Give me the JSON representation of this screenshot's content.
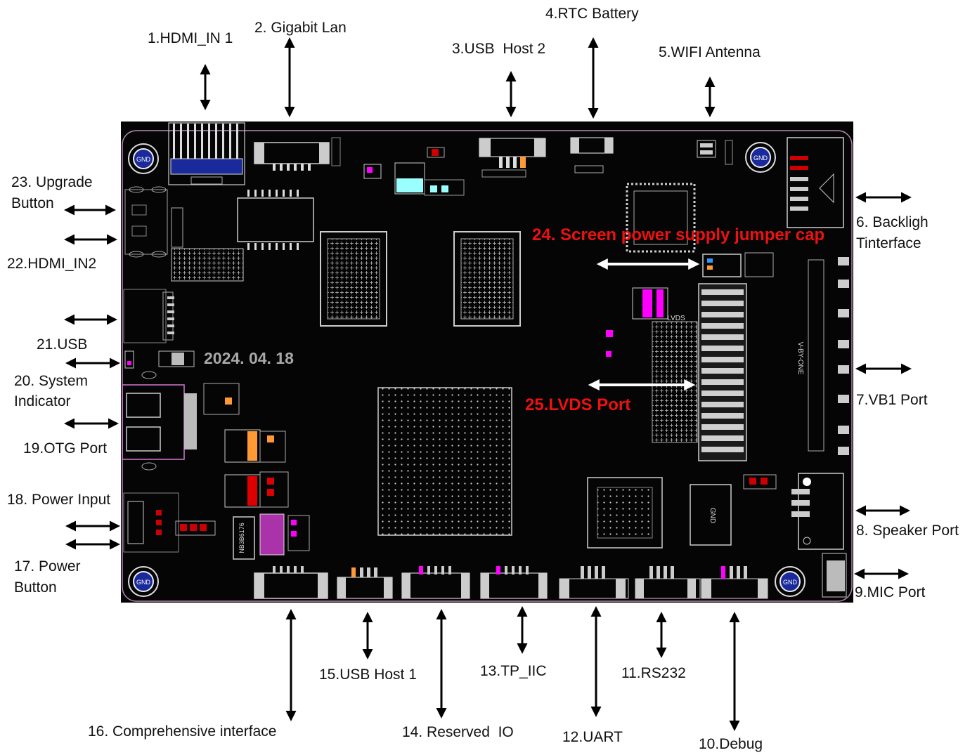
{
  "board_date": "2024. 04. 18",
  "labels": {
    "l1": "1.HDMI_IN 1",
    "l2": "2. Gigabit Lan",
    "l3": "3.USB  Host 2",
    "l4": "4.RTC Battery",
    "l5": "5.WIFI Antenna",
    "l6_line1": "6. Backligh",
    "l6_line2": "Tinterface",
    "l7": "7.VB1 Port",
    "l8": "8. Speaker Port",
    "l9": "9.MIC Port",
    "l10": "10.Debug",
    "l11": "11.RS232",
    "l12": "12.UART",
    "l13": "13.TP_IIC",
    "l14": "14. Reserved  IO",
    "l15": "15.USB Host 1",
    "l16": "16. Comprehensive interface",
    "l17_line1": "17. Power",
    "l17_line2": "Button",
    "l18": "18. Power Input",
    "l19": "19.OTG Port",
    "l20_line1": "20. System",
    "l20_line2": "Indicator",
    "l21": "21.USB",
    "l22": "22.HDMI_IN2",
    "l23_line1": "23. Upgrade",
    "l23_line2": "Button",
    "l24": "24. Screen power supply jumper cap",
    "l25": "25.LVDS Port"
  },
  "silkscreen": {
    "gnd": "GND",
    "lvds": "LVDS",
    "vbyone": "V-BY-ONE",
    "chip": "NB3B6176"
  },
  "colors": {
    "board": "#050505",
    "pad": "#d0d0d0",
    "outline": "#c8c8c8",
    "highlight_magenta": "#ff00ff",
    "highlight_red": "#cc0000",
    "highlight_orange": "#ff9933",
    "highlight_cyan": "#99ffff",
    "label_red": "#ee1111"
  }
}
